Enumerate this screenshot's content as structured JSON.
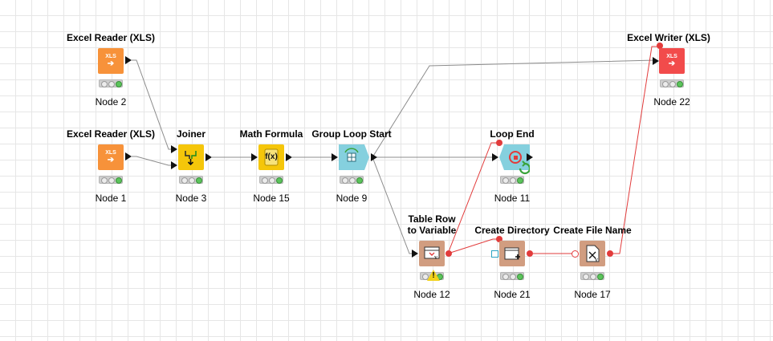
{
  "colors": {
    "reader": "#f7923a",
    "manipulator": "#f5c60a",
    "loop": "#85d0de",
    "other": "#d19d80",
    "writer": "#f24b4b",
    "flow_variable": "#e23b3b"
  },
  "nodes": [
    {
      "id": "node2",
      "title": "Excel Reader (XLS)",
      "label": "Node 2",
      "icon": "xls-reader-icon",
      "icon_text": "XLS"
    },
    {
      "id": "node1",
      "title": "Excel Reader (XLS)",
      "label": "Node 1",
      "icon": "xls-reader-icon",
      "icon_text": "XLS"
    },
    {
      "id": "node3",
      "title": "Joiner",
      "label": "Node 3",
      "icon": "joiner-icon"
    },
    {
      "id": "node15",
      "title": "Math Formula",
      "label": "Node 15",
      "icon": "math-formula-icon",
      "icon_text": "f(x)"
    },
    {
      "id": "node9",
      "title": "Group Loop Start",
      "label": "Node 9",
      "icon": "group-loop-start-icon"
    },
    {
      "id": "node11",
      "title": "Loop End",
      "label": "Node 11",
      "icon": "loop-end-icon"
    },
    {
      "id": "node12",
      "title_line1": "Table Row",
      "title_line2": "to Variable",
      "label": "Node 12",
      "icon": "table-row-to-variable-icon",
      "warning": "!"
    },
    {
      "id": "node21",
      "title": "Create Directory",
      "label": "Node 21",
      "icon": "create-directory-icon"
    },
    {
      "id": "node17",
      "title": "Create File Name",
      "label": "Node 17",
      "icon": "create-file-name-icon"
    },
    {
      "id": "node22",
      "title": "Excel Writer (XLS)",
      "label": "Node 22",
      "icon": "xls-writer-icon",
      "icon_text": "XLS"
    }
  ]
}
